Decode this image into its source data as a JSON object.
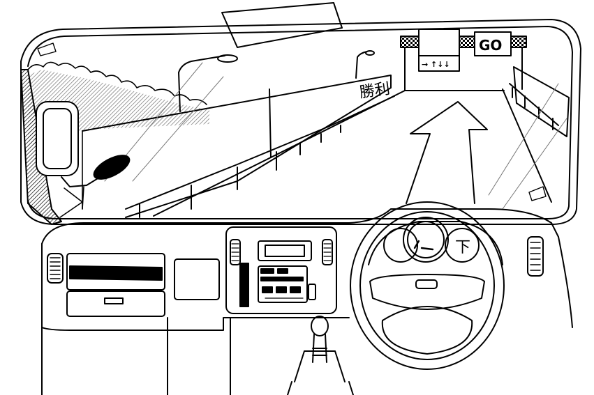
{
  "scene": {
    "banner_text": "勝利",
    "sign_go": "GO",
    "sign_arrows": "→ ↑↓↓",
    "gauge_right_glyph": "下"
  },
  "colors": {
    "ink": "#000000",
    "paper": "#ffffff"
  }
}
